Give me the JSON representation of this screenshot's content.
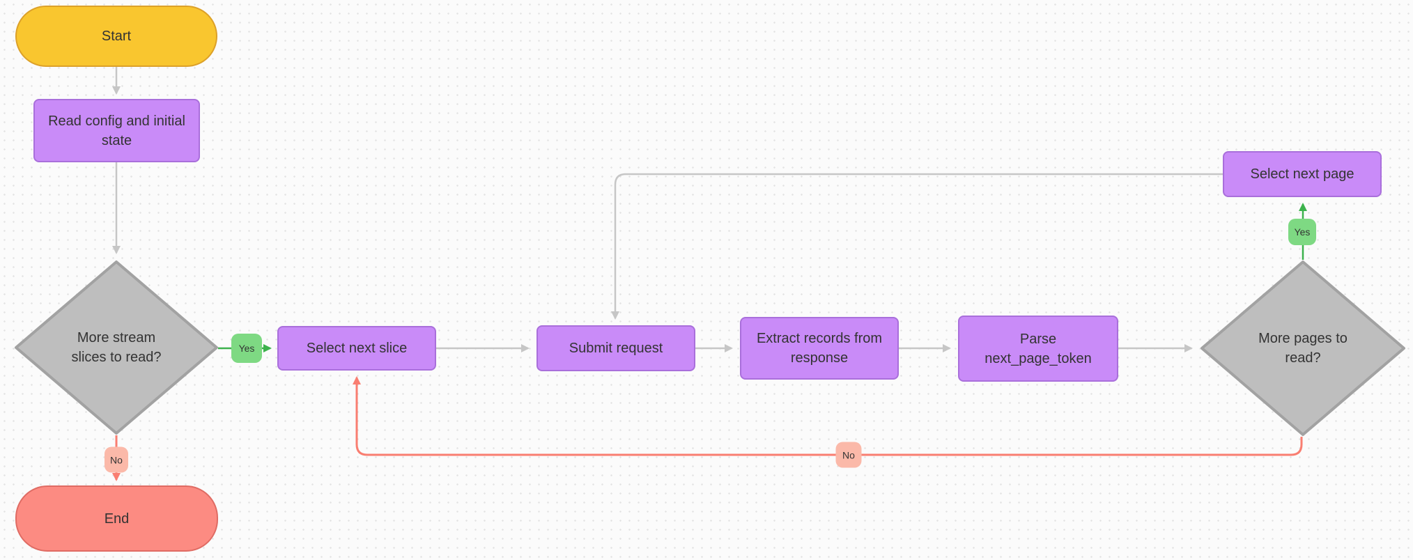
{
  "colors": {
    "canvas-bg": "#fbfbfb",
    "grid-dot": "#e3e3e3",
    "start-fill": "#f9c62f",
    "start-border": "#dca028",
    "process-fill": "#c98bf8",
    "process-border": "#a96fdb",
    "decision-fill": "#bebebe",
    "decision-border": "#a2a2a2",
    "edge-gray": "#c6c6c6",
    "edge-green": "#3cb24c",
    "edge-red": "#f97e71",
    "badge-yes-bg": "#7ed983",
    "badge-no-bg": "#fbb9a9",
    "end-fill": "#fc8b82",
    "end-border": "#df6b63",
    "node-text": "#333333"
  },
  "diagram": {
    "nodes": {
      "start": "Start",
      "read_config": "Read config and initial state",
      "more_slices": "More stream slices to read?",
      "select_slice": "Select next slice",
      "submit_request": "Submit request",
      "extract_records": "Extract records from response",
      "parse_token": "Parse next_page_token",
      "more_pages": "More pages to read?",
      "select_page": "Select next page",
      "end": "End"
    },
    "edge_labels": {
      "more_slices_yes": "Yes",
      "more_slices_no": "No",
      "more_pages_yes": "Yes",
      "more_pages_no": "No"
    }
  }
}
